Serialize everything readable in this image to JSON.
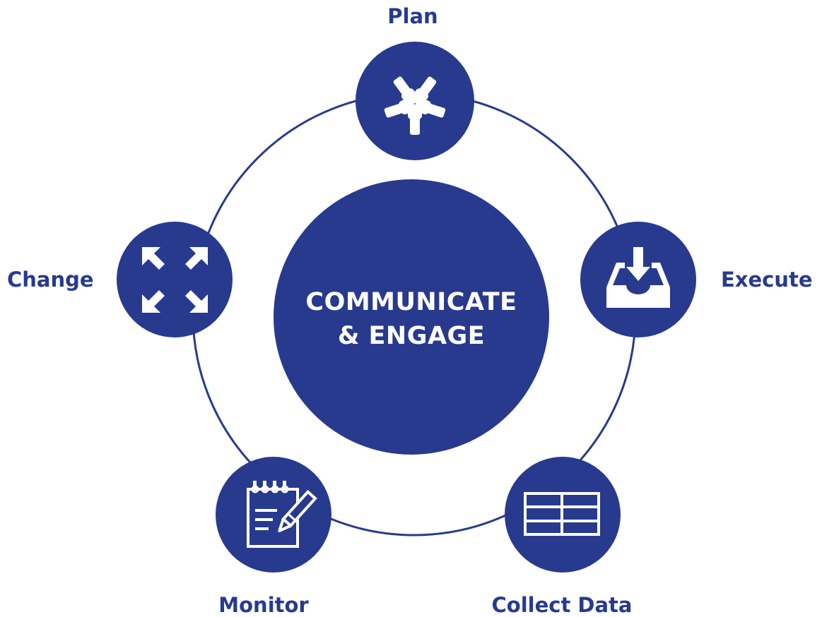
{
  "colors": {
    "primary": "#283a8e",
    "background": "#ffffff",
    "icon": "#ffffff"
  },
  "center": {
    "line1": "COMMUNICATE",
    "line2": "& ENGAGE"
  },
  "stages": {
    "plan": {
      "label": "Plan",
      "icon": "hands-together-icon"
    },
    "execute": {
      "label": "Execute",
      "icon": "inbox-download-icon"
    },
    "collect_data": {
      "label": "Collect Data",
      "icon": "table-grid-icon"
    },
    "monitor": {
      "label": "Monitor",
      "icon": "notepad-pencil-icon"
    },
    "change": {
      "label": "Change",
      "icon": "expand-arrows-icon"
    }
  }
}
